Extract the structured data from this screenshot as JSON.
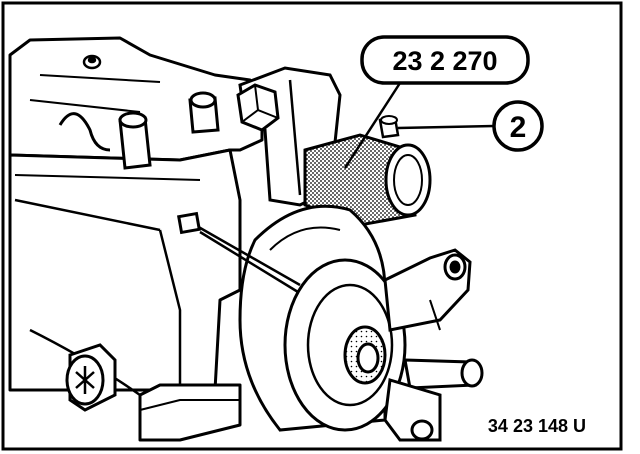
{
  "diagram": {
    "tool_label": "23 2 270",
    "item_number": "2",
    "figure_reference": "34 23 148 U"
  },
  "colors": {
    "ink": "#000000",
    "paper": "#ffffff",
    "shade": "#d8d8d8"
  },
  "icons": {
    "tool": "threaded-sleeve-tool-icon",
    "screw": "bolt-icon"
  }
}
